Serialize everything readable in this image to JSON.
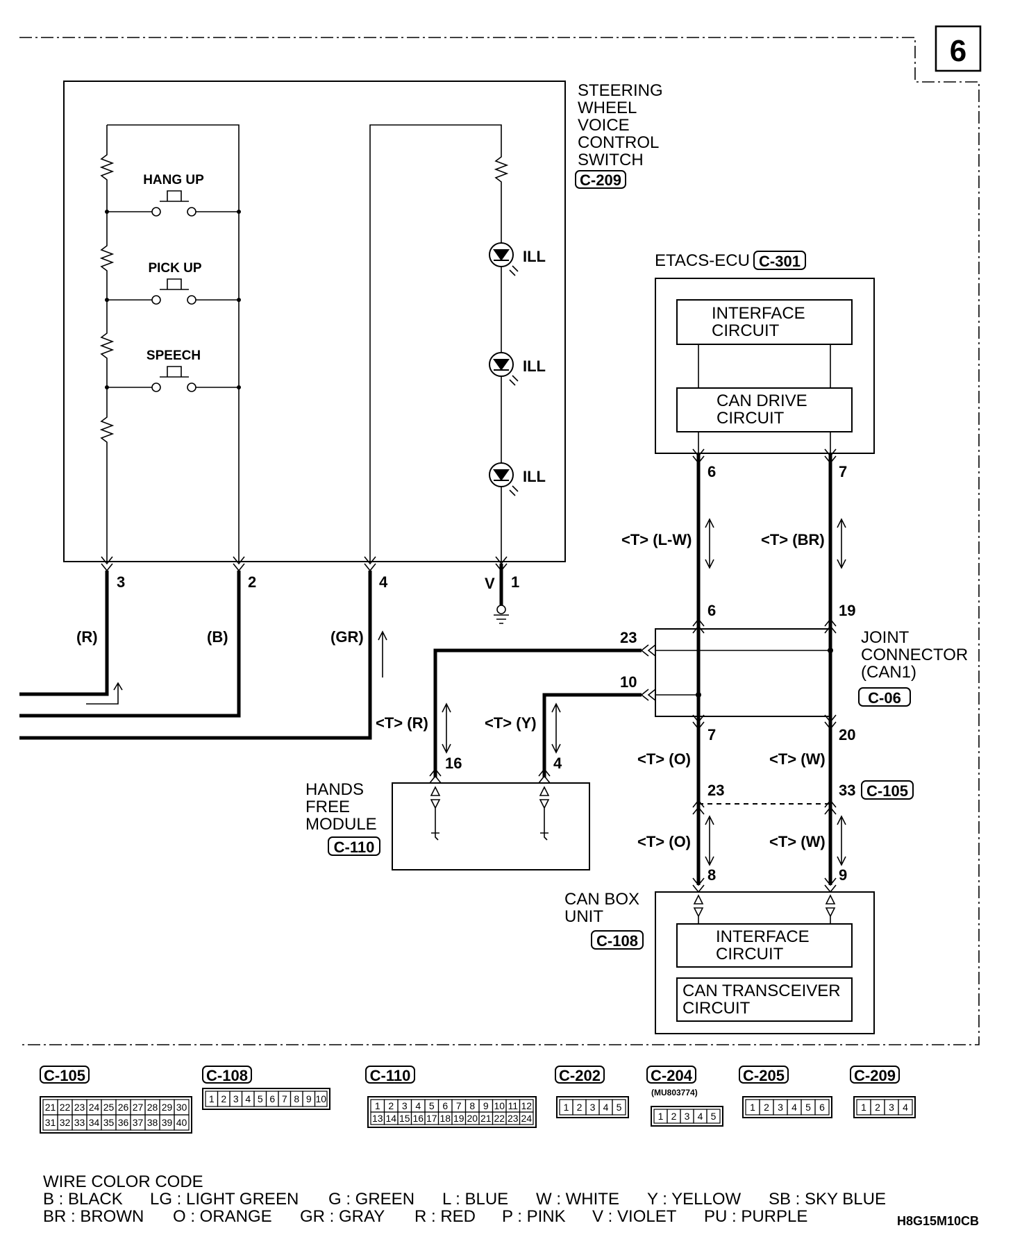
{
  "page_number": "6",
  "switch": {
    "title_lines": [
      "STEERING",
      "WHEEL",
      "VOICE",
      "CONTROL",
      "SWITCH"
    ],
    "connector": "C-209",
    "buttons": [
      "HANG UP",
      "PICK UP",
      "SPEECH"
    ],
    "ill_labels": [
      "ILL",
      "ILL",
      "ILL"
    ],
    "pins": [
      "3",
      "2",
      "4",
      "1"
    ],
    "ground_color": "V"
  },
  "wire_colors_left": [
    "(R)",
    "(B)",
    "(GR)"
  ],
  "etacs": {
    "title": "ETACS-ECU",
    "connector": "C-301",
    "interface_lines": [
      "INTERFACE",
      "CIRCUIT"
    ],
    "can_drive_lines": [
      "CAN DRIVE",
      "CIRCUIT"
    ],
    "pins": [
      "6",
      "7"
    ],
    "wire_left": "<T> (L-W)",
    "wire_right": "<T> (BR)"
  },
  "joint": {
    "title_lines": [
      "JOINT",
      "CONNECTOR",
      "(CAN1)"
    ],
    "connector": "C-06",
    "pin_top_left": "6",
    "pin_top_right": "19",
    "pin_side_23": "23",
    "pin_side_10": "10",
    "pin_bottom_left": "7",
    "pin_bottom_right": "20"
  },
  "hands_free": {
    "title_lines": [
      "HANDS",
      "FREE",
      "MODULE"
    ],
    "connector": "C-110",
    "pins": [
      "16",
      "4"
    ],
    "wire_left": "<T> (R)",
    "wire_right": "<T> (Y)"
  },
  "c105_link": {
    "pin_left": "23",
    "pin_right": "33",
    "connector": "C-105",
    "wire_upper_left": "<T> (O)",
    "wire_upper_right": "<T> (W)",
    "wire_lower_left": "<T> (O)",
    "wire_lower_right": "<T> (W)"
  },
  "can_box": {
    "title_lines": [
      "CAN BOX",
      "UNIT"
    ],
    "connector": "C-108",
    "pins": [
      "8",
      "9"
    ],
    "interface_lines": [
      "INTERFACE",
      "CIRCUIT"
    ],
    "transceiver_lines": [
      "CAN TRANSCEIVER",
      "CIRCUIT"
    ]
  },
  "connector_views": [
    {
      "id": "C-105",
      "rows": [
        [
          "21",
          "22",
          "23",
          "24",
          "25",
          "26",
          "27",
          "28",
          "29",
          "30"
        ],
        [
          "31",
          "32",
          "33",
          "34",
          "35",
          "36",
          "37",
          "38",
          "39",
          "40"
        ]
      ]
    },
    {
      "id": "C-108",
      "rows": [
        [
          "1",
          "2",
          "3",
          "4",
          "5",
          "6",
          "7",
          "8",
          "9",
          "10"
        ]
      ]
    },
    {
      "id": "C-110",
      "rows": [
        [
          "1",
          "2",
          "3",
          "4",
          "5",
          "6",
          "7",
          "8",
          "9",
          "10",
          "11",
          "12"
        ],
        [
          "13",
          "14",
          "15",
          "16",
          "17",
          "18",
          "19",
          "20",
          "21",
          "22",
          "23",
          "24"
        ]
      ]
    },
    {
      "id": "C-202",
      "rows": [
        [
          "1",
          "2",
          "3",
          "4",
          "5"
        ]
      ]
    },
    {
      "id": "C-204",
      "part_no": "(MU803774)",
      "rows": [
        [
          "1",
          "2",
          "3",
          "4",
          "5"
        ]
      ]
    },
    {
      "id": "C-205",
      "rows": [
        [
          "1",
          "2",
          "3",
          "4",
          "5",
          "6"
        ]
      ]
    },
    {
      "id": "C-209",
      "rows": [
        [
          "1",
          "2",
          "3",
          "4"
        ]
      ]
    }
  ],
  "legend": {
    "title": "WIRE COLOR CODE",
    "row1": [
      "B : BLACK",
      "LG : LIGHT GREEN",
      "G : GREEN",
      "L : BLUE",
      "W : WHITE",
      "Y : YELLOW",
      "SB : SKY BLUE"
    ],
    "row2": [
      "BR : BROWN",
      "O : ORANGE",
      "GR : GRAY",
      "R : RED",
      "P : PINK",
      "V : VIOLET",
      "PU : PURPLE"
    ]
  },
  "diagram_code": "H8G15M10CB"
}
